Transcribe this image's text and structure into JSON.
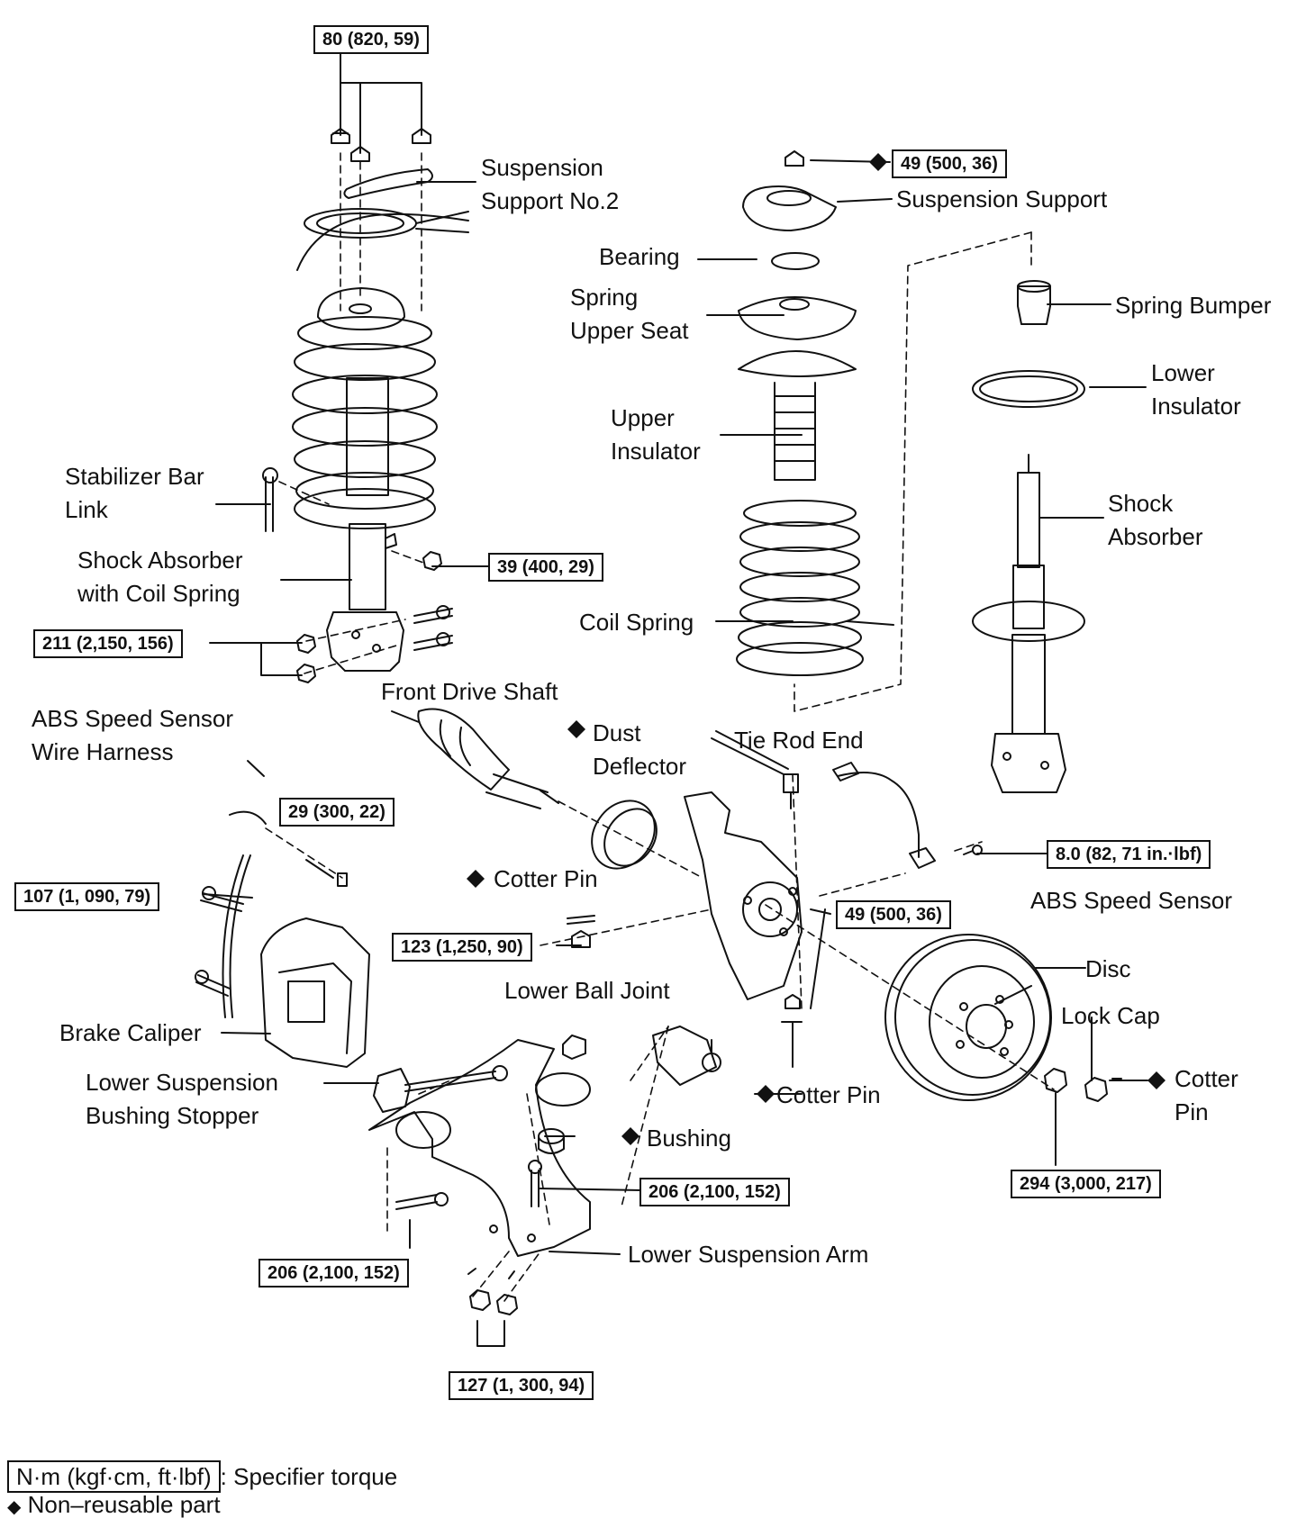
{
  "labels": {
    "suspension_support_no2": "Suspension\nSupport No.2",
    "suspension_support": "Suspension Support",
    "bearing": "Bearing",
    "spring_upper_seat": "Spring\nUpper Seat",
    "spring_bumper": "Spring Bumper",
    "lower_insulator": "Lower\nInsulator",
    "upper_insulator": "Upper\nInsulator",
    "shock_absorber": "Shock\nAbsorber",
    "stabilizer_bar_link": "Stabilizer Bar\nLink",
    "shock_absorber_with_coil_spring": "Shock Absorber\nwith Coil Spring",
    "coil_spring": "Coil Spring",
    "front_drive_shaft": "Front Drive Shaft",
    "abs_speed_sensor_wire_harness": "ABS Speed Sensor\nWire Harness",
    "dust_deflector": "Dust\nDeflector",
    "tie_rod_end": "Tie Rod End",
    "cotter_pin_1": "Cotter Pin",
    "abs_speed_sensor": "ABS Speed Sensor",
    "disc": "Disc",
    "lower_ball_joint": "Lower Ball Joint",
    "brake_caliper": "Brake Caliper",
    "lock_cap": "Lock Cap",
    "lower_suspension_bushing_stopper": "Lower Suspension\nBushing Stopper",
    "cotter_pin_2": "Cotter Pin",
    "cotter_pin_3": "Cotter\nPin",
    "bushing": "Bushing",
    "lower_suspension_arm": "Lower Suspension Arm"
  },
  "torques": {
    "t80": "80 (820, 59)",
    "t49_top": "49 (500, 36)",
    "t39": "39 (400, 29)",
    "t211": "211 (2,150, 156)",
    "t29": "29 (300, 22)",
    "t107": "107 (1, 090, 79)",
    "t123": "123 (1,250, 90)",
    "t49_mid": "49 (500, 36)",
    "t8": "8.0 (82, 71 in.·lbf)",
    "t294": "294 (3,000, 217)",
    "t206_right": "206 (2,100, 152)",
    "t206_left": "206 (2,100, 152)",
    "t127": "127 (1, 300, 94)"
  },
  "legend": {
    "unit_box": "N·m (kgf·cm, ft·lbf)",
    "unit_desc": ": Specifier torque",
    "nonreusable": "Non–reusable part"
  },
  "non_reusable_symbol": "◆"
}
